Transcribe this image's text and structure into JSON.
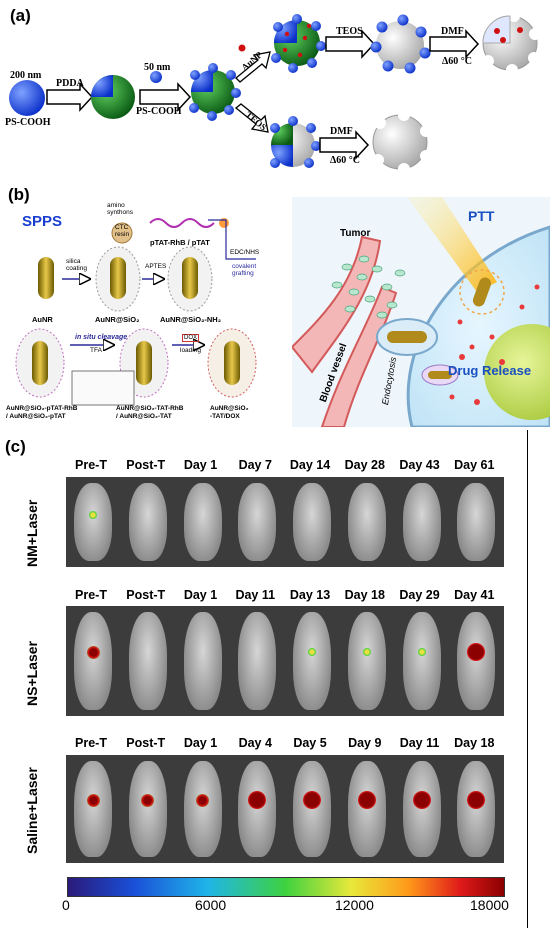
{
  "panel_a": {
    "label": "(a)",
    "size_200": "200 nm",
    "ps_cooh_1": "PS-COOH",
    "pdda": "PDDA",
    "size_50": "50 nm",
    "ps_cooh_2": "PS-COOH",
    "aunp": "AuNP",
    "teos_upper": "TEOS",
    "dmf_upper": "DMF",
    "temp_upper": "Δ60 °C",
    "teos_lower": "TEOS",
    "dmf_lower": "DMF",
    "temp_lower": "Δ60 °C"
  },
  "panel_b": {
    "label": "(b)",
    "spps": "SPPS",
    "amino": "amino\nsynthons",
    "ctc": "CTC\nresin",
    "ptat": "pTAT-RhB / pTAT",
    "silica": "silica\ncoating",
    "aptes": "APTES",
    "edc": "EDC/NHS",
    "covalent": "covalent\ngrafting",
    "aunr": "AuNR",
    "aunr_sio2": "AuNR@SiO₂",
    "aunr_sio2_nh2": "AuNR@SiO₂-NH₂",
    "insitu": "in situ cleavage",
    "tfa": "TFA",
    "dox": "DOX",
    "loading": "loading",
    "left_product": "AuNR@SiO₂-pTAT-RhB\n/ AuNR@SiO₂-pTAT",
    "mid_product": "AuNR@SiO₂-TAT-RhB\n/ AuNR@SiO₂-TAT",
    "right_product": "AuNR@SiO₂\n-TAT/DOX",
    "tumor": "Tumor",
    "ptt": "PTT",
    "blood_vessel": "Blood vessel",
    "endocytosis": "Endocytosis",
    "drug_release": "Drug Release"
  },
  "panel_c": {
    "label": "(c)",
    "rows": [
      {
        "label": "NM+Laser",
        "days": [
          "Pre-T",
          "Post-T",
          "Day 1",
          "Day 7",
          "Day 14",
          "Day 28",
          "Day 43",
          "Day 61"
        ]
      },
      {
        "label": "NS+Laser",
        "days": [
          "Pre-T",
          "Post-T",
          "Day 1",
          "Day 11",
          "Day 13",
          "Day 18",
          "Day 29",
          "Day 41"
        ]
      },
      {
        "label": "Saline+Laser",
        "days": [
          "Pre-T",
          "Post-T",
          "Day 1",
          "Day 4",
          "Day 5",
          "Day 9",
          "Day 11",
          "Day 18"
        ]
      }
    ],
    "colorbar_ticks": [
      "0",
      "6000",
      "12000",
      "18000"
    ],
    "colors": {
      "low": "#2a1a7a",
      "mid": "#3fd23f",
      "high": "#8b0000"
    }
  }
}
